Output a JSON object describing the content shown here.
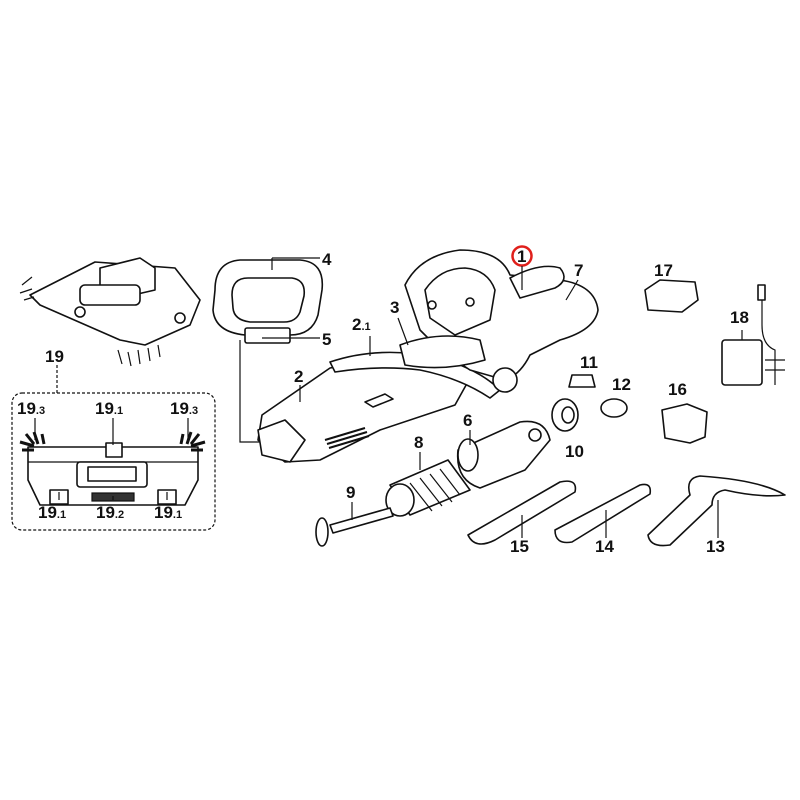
{
  "diagram": {
    "title": "Exploded parts diagram - handheld vacuum",
    "highlight_color": "#e0201c",
    "labels": {
      "p1": "1",
      "p2": "2",
      "p2_1_main": "2",
      "p2_1_sub": ".1",
      "p3": "3",
      "p4": "4",
      "p5": "5",
      "p6": "6",
      "p7": "7",
      "p8": "8",
      "p9": "9",
      "p10": "10",
      "p11": "11",
      "p12": "12",
      "p13": "13",
      "p14": "14",
      "p15": "15",
      "p16": "16",
      "p17": "17",
      "p18": "18",
      "p19": "19"
    },
    "inset": {
      "top_left": {
        "main": "19",
        "sub": ".3"
      },
      "top_center": {
        "main": "19",
        "sub": ".1"
      },
      "top_right": {
        "main": "19",
        "sub": ".3"
      },
      "bottom_left": {
        "main": "19",
        "sub": ".1"
      },
      "bottom_center": {
        "main": "19",
        "sub": ".2"
      },
      "bottom_right": {
        "main": "19",
        "sub": ".1"
      }
    }
  }
}
